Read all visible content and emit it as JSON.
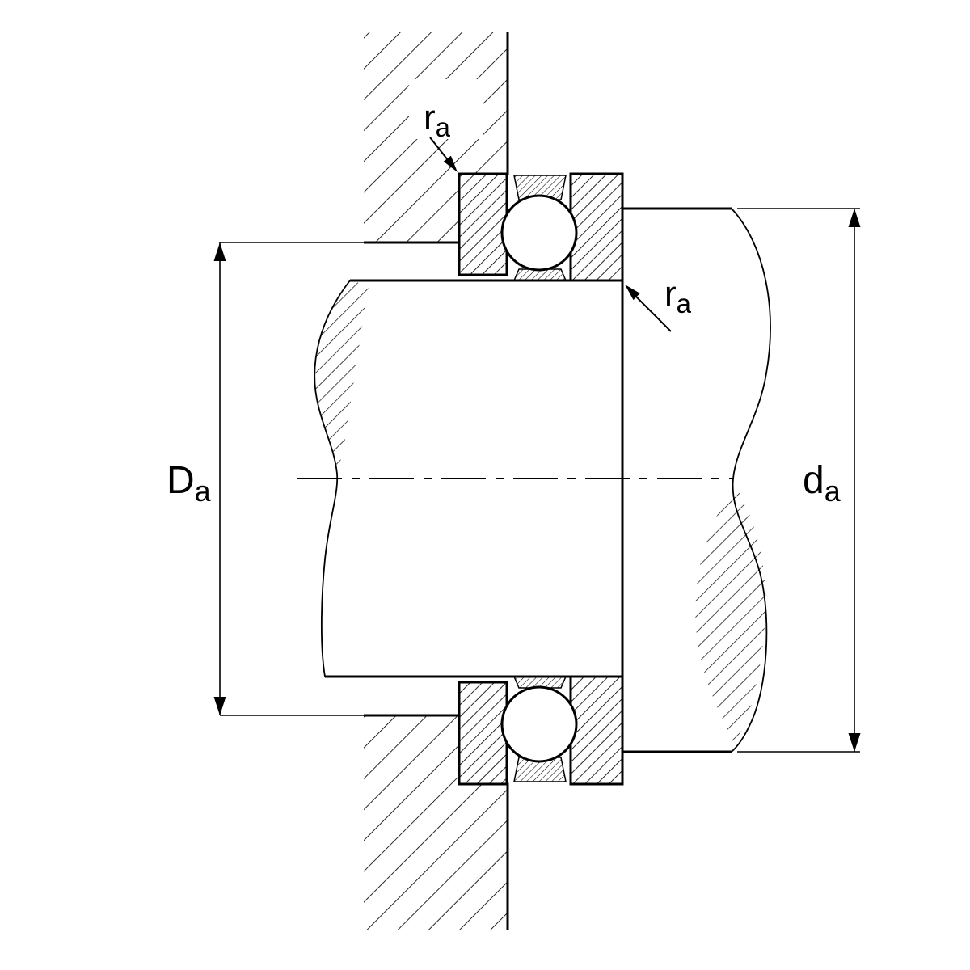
{
  "page": {
    "background": "#ffffff",
    "line_color": "#000000"
  },
  "labels": {
    "dim_housing": {
      "main": "D",
      "sub": "a"
    },
    "dim_shaft": {
      "main": "d",
      "sub": "a"
    },
    "fillet_top": {
      "main": "r",
      "sub": "a"
    },
    "fillet_shaft": {
      "main": "r",
      "sub": "a"
    }
  }
}
